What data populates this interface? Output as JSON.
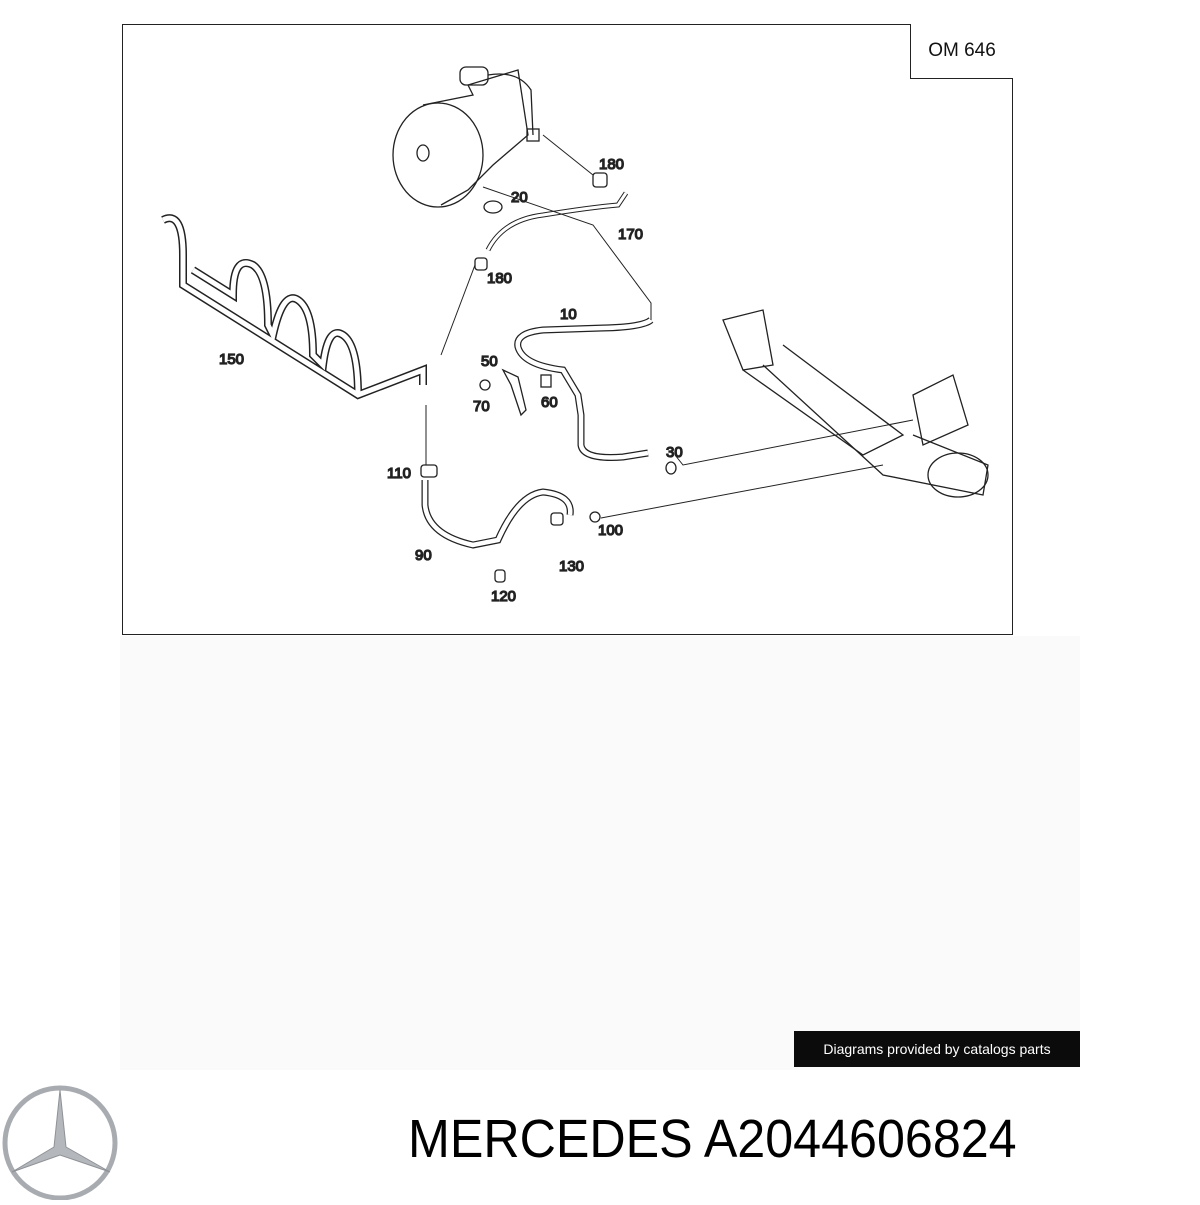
{
  "diagram": {
    "engine_code": "OM 646",
    "part_labels": [
      "180",
      "20",
      "170",
      "180",
      "10",
      "150",
      "50",
      "70",
      "60",
      "30",
      "110",
      "100",
      "90",
      "130",
      "120"
    ]
  },
  "credit": "Diagrams provided by catalogs parts",
  "footer": {
    "brand": "MERCEDES",
    "part_number": "A2044606824"
  },
  "colors": {
    "credit_bg": "#0b0b0b",
    "logo": "#a8abb0"
  }
}
